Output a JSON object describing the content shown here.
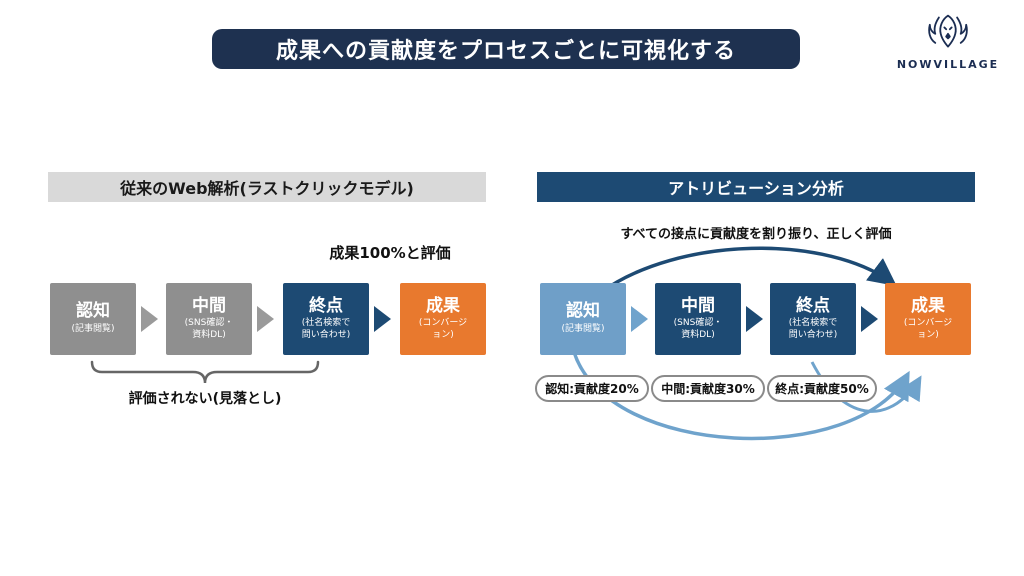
{
  "colors": {
    "navy": "#1e3150",
    "panel_navy": "#1d4a73",
    "gray_box": "#8f8f8f",
    "blue_box": "#6f9fc8",
    "orange": "#e8792e",
    "header_gray": "#d9d9d9",
    "arrow_blue": "#6fa3cc"
  },
  "title": "成果への貢献度をプロセスごとに可視化する",
  "logo": {
    "brand": "NOWVILLAGE"
  },
  "left": {
    "header": "従来のWeb解析(ラストクリックモデル)",
    "note": "成果100%と評価",
    "steps": [
      {
        "title": "認知",
        "sub": "(記事閲覧)"
      },
      {
        "title": "中間",
        "sub": "(SNS確認・\n資料DL)"
      },
      {
        "title": "終点",
        "sub": "(社名検索で\n問い合わせ)"
      },
      {
        "title": "成果",
        "sub": "(コンバージ\nョン)"
      }
    ],
    "brace_label": "評価されない(見落とし)"
  },
  "right": {
    "header": "アトリビューション分析",
    "note": "すべての接点に貢献度を割り振り、正しく評価",
    "steps": [
      {
        "title": "認知",
        "sub": "(記事閲覧)"
      },
      {
        "title": "中間",
        "sub": "(SNS確認・\n資料DL)"
      },
      {
        "title": "終点",
        "sub": "(社名検索で\n問い合わせ)"
      },
      {
        "title": "成果",
        "sub": "(コンバージ\nョン)"
      }
    ],
    "badges": [
      "認知:貢献度20%",
      "中間:貢献度30%",
      "終点:貢献度50%"
    ]
  }
}
